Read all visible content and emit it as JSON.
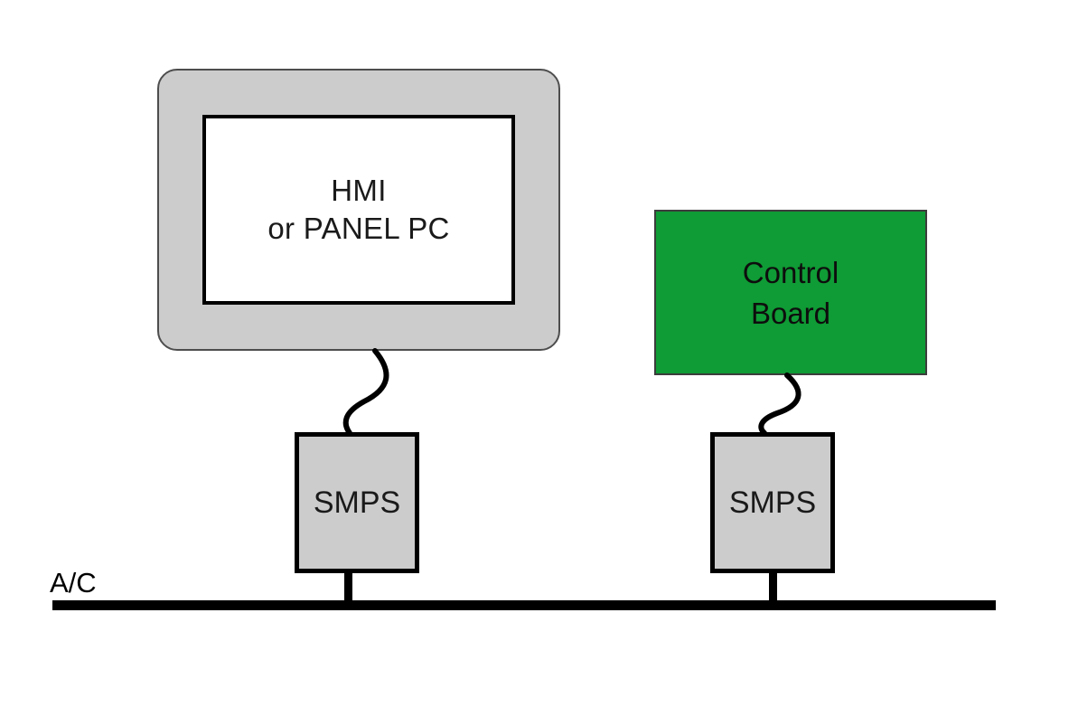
{
  "diagram": {
    "title": "HMI / Panel PC and Control Board power distribution block diagram",
    "type": "block-diagram",
    "background_color": "#ffffff"
  },
  "colors": {
    "panel_gray": "#cccccc",
    "board_green": "#0f9b35",
    "line_black": "#000000",
    "text_black": "#1a1a1a"
  },
  "nodes": {
    "hmi": {
      "label_line1": "HMI",
      "label_line2": "or PANEL PC",
      "bezel_color": "#cccccc",
      "screen_color": "#ffffff"
    },
    "control_board": {
      "label_line1": "Control",
      "label_line2": "Board",
      "fill_color": "#0f9b35"
    },
    "smps_left": {
      "label": "SMPS",
      "fill_color": "#cccccc"
    },
    "smps_right": {
      "label": "SMPS",
      "fill_color": "#cccccc"
    }
  },
  "bus": {
    "label": "A/C",
    "color": "#000000"
  },
  "connections": [
    {
      "from": "hmi",
      "to": "smps_left",
      "style": "curved-cable"
    },
    {
      "from": "control_board",
      "to": "smps_right",
      "style": "curved-cable"
    },
    {
      "from": "smps_left",
      "to": "bus",
      "style": "straight-drop"
    },
    {
      "from": "smps_right",
      "to": "bus",
      "style": "straight-drop"
    }
  ]
}
